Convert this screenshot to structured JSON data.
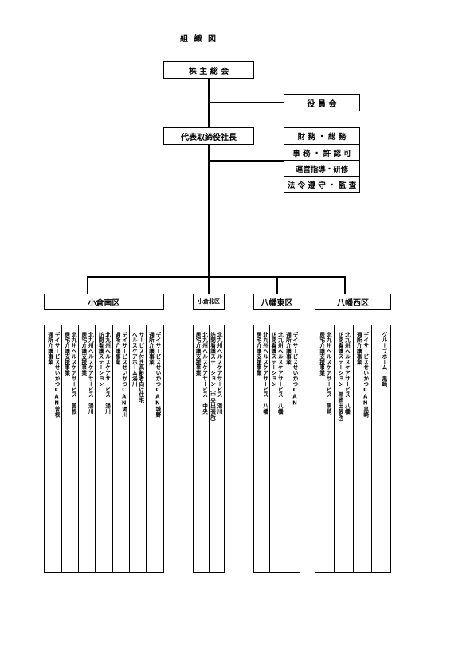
{
  "title": "組 織 図",
  "shareholders": "株 主 総 会",
  "board": "役 員 会",
  "president": "代表取締役社長",
  "staff": [
    "財 務 ・ 総 務",
    "事 務 ・ 許 認 可",
    "運営指導・研修",
    "法 令 遵 守 ・ 監 査"
  ],
  "areas": [
    {
      "name": "小倉南区",
      "units": [
        [
          "デイサービスせいかつCAN曽根",
          "通所介護事業"
        ],
        [
          "北九州ヘルスケアサービス　曽根",
          "居宅介護支援事業"
        ],
        [
          "北九州ヘルスケアサービス　湯川",
          "居宅介護支援事業"
        ],
        [
          "北九州ヘルスケアサービス　湯川",
          "訪問看護ステーション"
        ],
        [
          "デイサービスせいかつCAN湯川",
          "通所介護事業"
        ],
        [
          "サービス付き高齢者向け住宅",
          "ヘルスケアホーム湯川"
        ],
        [
          "デイサービスせいかつCAN城野",
          "通所介護事業"
        ]
      ]
    },
    {
      "name": "小倉北区",
      "units": [
        [
          "北九州ヘルスケアサービス　中央",
          "居宅介護支援事業"
        ],
        [
          "北九州ヘルスケアサービス　湯川",
          "訪問看護ステーション（中央出張所）"
        ]
      ]
    },
    {
      "name": "八幡東区",
      "units": [
        [
          "北九州ヘルスケアサービス　八幡",
          "居宅介護支援事業"
        ],
        [
          "北九州ヘルスケアサービス　八幡",
          "訪問看護ステーション"
        ],
        [
          "デイサービスせいかつCAN",
          "通所介護事業"
        ]
      ]
    },
    {
      "name": "八幡西区",
      "units": [
        [
          "北九州ヘルスケアサービス　黒崎",
          "居宅介護支援事業"
        ],
        [
          "北九州ヘルスケアサービス　八幡",
          "訪問看護ステーション（黒崎出張所）"
        ],
        [
          "デイサービスせいかつCAN黒崎",
          "通所介護事業"
        ],
        [
          "グループホーム　黒崎",
          ""
        ]
      ]
    }
  ]
}
